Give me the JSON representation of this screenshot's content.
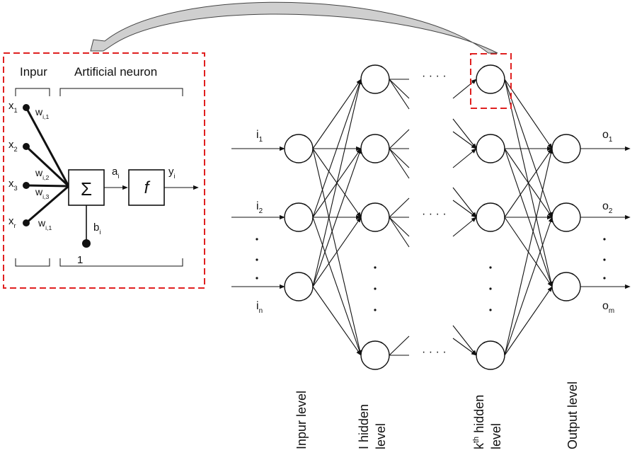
{
  "colors": {
    "line": "#111111",
    "highlight": "#e02020",
    "arrow_fill": "#cfcfcf",
    "background": "#ffffff"
  },
  "neuron_panel": {
    "input_header": "Inpur",
    "neuron_header": "Artificial neuron",
    "inputs": [
      {
        "base": "x",
        "sub": "1"
      },
      {
        "base": "x",
        "sub": "2"
      },
      {
        "base": "x",
        "sub": "3"
      },
      {
        "base": "x",
        "sub": "r"
      }
    ],
    "weights": [
      {
        "base": "w",
        "sub": "i,1"
      },
      {
        "base": "w",
        "sub": "i,2"
      },
      {
        "base": "w",
        "sub": "i,3"
      },
      {
        "base": "w",
        "sub": "i,1"
      }
    ],
    "sum_symbol": "Σ",
    "activation_symbol": "f",
    "sum_output": {
      "base": "a",
      "sub": "i"
    },
    "output": {
      "base": "y",
      "sub": "i"
    },
    "bias": {
      "base": "b",
      "sub": "i"
    },
    "bias_input": "1"
  },
  "network": {
    "inputs": [
      {
        "base": "i",
        "sub": "1"
      },
      {
        "base": "i",
        "sub": "2"
      },
      {
        "base": "i",
        "sub": "n"
      }
    ],
    "outputs": [
      {
        "base": "o",
        "sub": "1"
      },
      {
        "base": "o",
        "sub": "2"
      },
      {
        "base": "o",
        "sub": "m"
      }
    ],
    "layer_labels": {
      "input": [
        "Inpur level"
      ],
      "hidden_1": [
        "I hidden",
        "level"
      ],
      "hidden_k": {
        "line1_base": "k",
        "line1_sup": "th",
        "line1_rest": " hidden",
        "line2": "level"
      },
      "output": [
        "Output level"
      ]
    }
  }
}
